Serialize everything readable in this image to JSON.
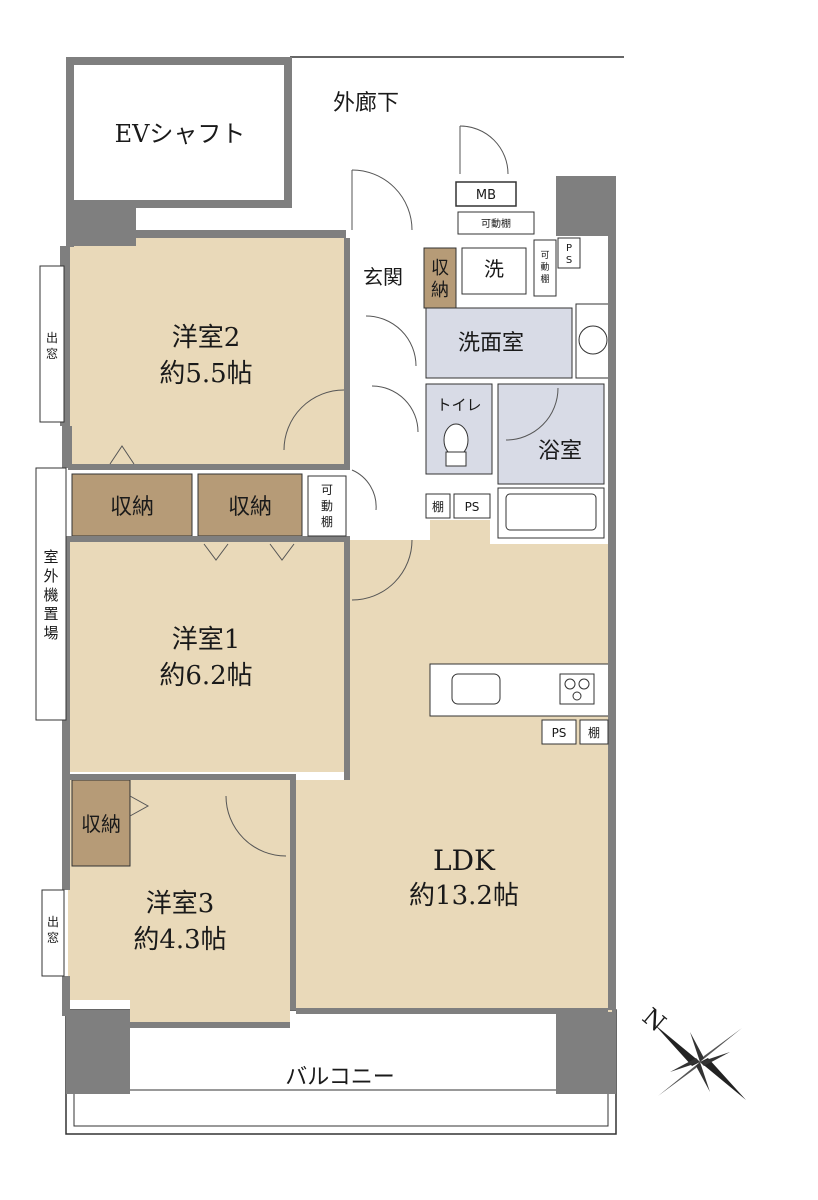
{
  "colors": {
    "room": "#e9d9b9",
    "storage": "#b69b77",
    "wet": "#d8dbe6",
    "wall": "#7f7f7f",
    "line": "#333333"
  },
  "rooms": {
    "ev_shaft": "EVシャフト",
    "outer_corridor": "外廊下",
    "room2_name": "洋室2",
    "room2_size": "約5.5帖",
    "room1_name": "洋室1",
    "room1_size": "約6.2帖",
    "room3_name": "洋室3",
    "room3_size": "約4.3帖",
    "ldk_name": "LDK",
    "ldk_size": "約13.2帖",
    "entrance": "玄関",
    "washroom": "洗面室",
    "toilet": "トイレ",
    "bath": "浴室",
    "balcony": "バルコニー"
  },
  "labels": {
    "mb": "MB",
    "movable_shelf_top": "可動棚",
    "storage": "収納",
    "entrance_storage_1": "収",
    "entrance_storage_2": "納",
    "washer": "洗",
    "shelf_v1": "可",
    "shelf_v2": "動",
    "shelf_v3": "棚",
    "ps": "PS",
    "ps_v1": "P",
    "ps_v2": "S",
    "tana": "棚",
    "bay_window_1": "出",
    "bay_window_2": "窓",
    "outdoor_unit": [
      "室",
      "外",
      "機",
      "置",
      "場"
    ]
  },
  "compass": {
    "north": "N"
  }
}
